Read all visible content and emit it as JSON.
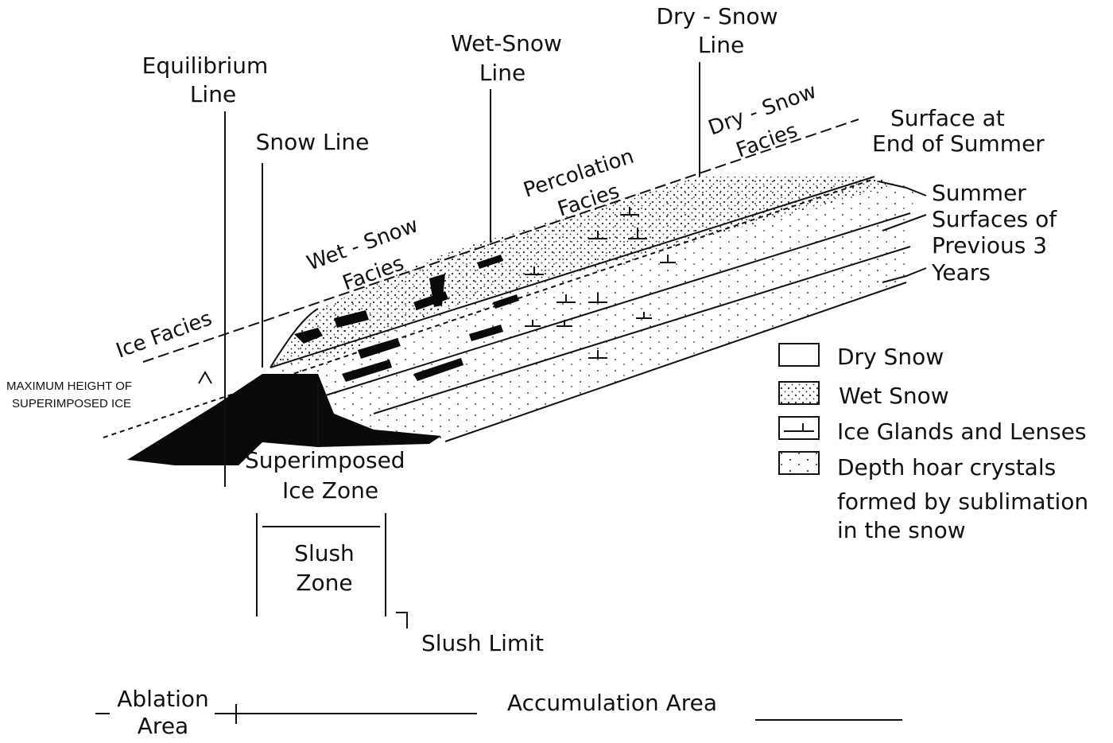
{
  "diagram": {
    "labels": {
      "equilibrium_line_1": "Equilibrium",
      "equilibrium_line_2": "Line",
      "snow_line": "Snow Line",
      "wet_snow_line_1": "Wet-Snow",
      "wet_snow_line_2": "Line",
      "dry_snow_line_1": "Dry - Snow",
      "dry_snow_line_2": "Line",
      "surface_end_summer_1": "Surface at",
      "surface_end_summer_2": "End of Summer",
      "dry_snow_facies_1": "Dry - Snow",
      "dry_snow_facies_2": "Facies",
      "percolation_facies_1": "Percolation",
      "percolation_facies_2": "Facies",
      "wet_snow_facies_1": "Wet - Snow",
      "wet_snow_facies_2": "Facies",
      "ice_facies": "Ice Facies",
      "summer_surfaces_1": "Summer",
      "summer_surfaces_2": "Surfaces of",
      "summer_surfaces_3": "Previous 3",
      "summer_surfaces_4": "Years",
      "max_height_1": "MAXIMUM HEIGHT OF",
      "max_height_2": "SUPERIMPOSED ICE",
      "superimposed_zone_1": "Superimposed",
      "superimposed_zone_2": "Ice  Zone",
      "slush_zone_1": "Slush",
      "slush_zone_2": "Zone",
      "slush_limit": "Slush Limit",
      "ablation_area_1": "Ablation",
      "ablation_area_2": "Area",
      "accumulation_area": "Accumulation Area"
    },
    "legend": [
      {
        "name": "Dry Snow",
        "pattern": "plain"
      },
      {
        "name": "Wet Snow",
        "pattern": "dots"
      },
      {
        "name": "Ice Glands and Lenses",
        "pattern": "glands"
      },
      {
        "name": "Depth hoar crystals",
        "pattern": "sparse"
      }
    ],
    "legend_extra_1": "formed by sublimation",
    "legend_extra_2": "in the snow"
  }
}
